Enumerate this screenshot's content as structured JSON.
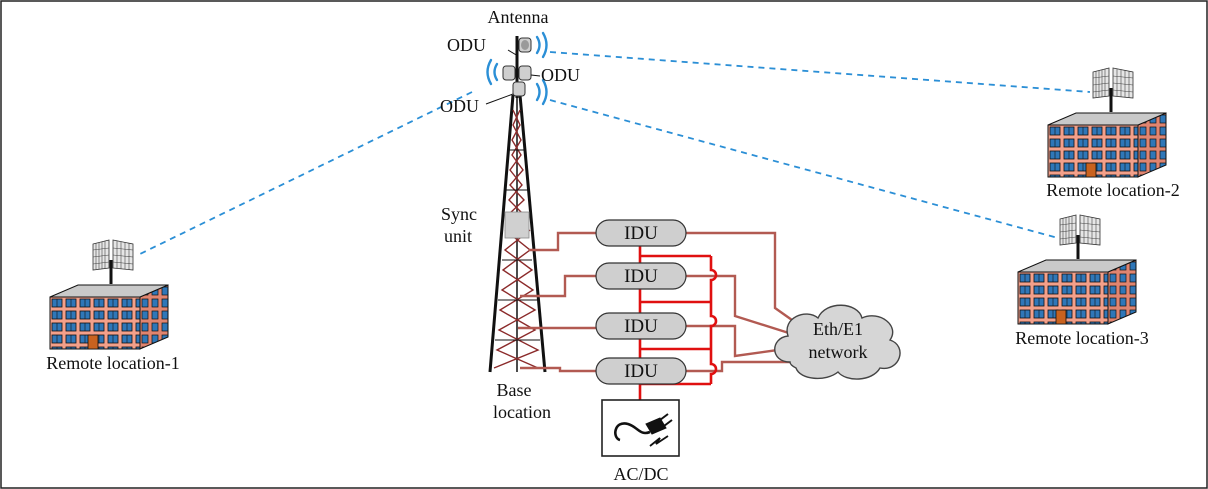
{
  "labels": {
    "antenna": "Antenna",
    "odu_top": "ODU",
    "odu_right": "ODU",
    "odu_bottom": "ODU",
    "sync_unit_line1": "Sync",
    "sync_unit_line2": "unit",
    "base_line1": "Base",
    "base_line2": "location",
    "power": "AC/DC",
    "network_line1": "Eth/E1",
    "network_line2": "network",
    "remote_1": "Remote location-1",
    "remote_2": "Remote location-2",
    "remote_3": "Remote location-3"
  },
  "idus": [
    "IDU",
    "IDU",
    "IDU",
    "IDU"
  ],
  "colors": {
    "link": "#2b8fd6",
    "cable": "#b25a52",
    "power": "#e01010",
    "building": "#f3a08a",
    "window": "#2f77b8"
  },
  "icons": {
    "power": "power-plug-icon",
    "antenna": "grid-antenna-icon",
    "building": "office-building-icon",
    "cloud": "cloud-icon",
    "tower": "lattice-tower-icon"
  }
}
